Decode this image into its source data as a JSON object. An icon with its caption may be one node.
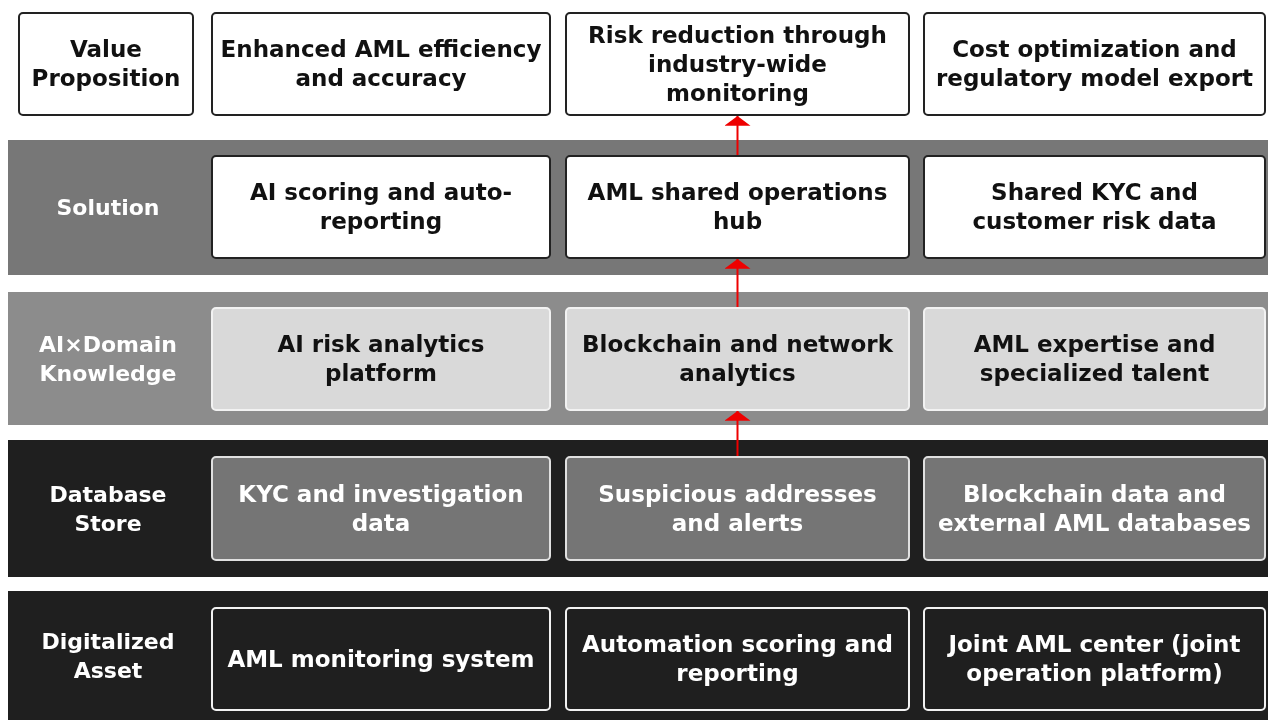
{
  "diagram": {
    "nodes": [
      {
        "text": [
          "Value Proposition"
        ]
      },
      {
        "text": [
          "Enhanced AML efficiency and accuracy"
        ]
      },
      {
        "text": [
          "Risk reduction through industry-wide monitoring"
        ]
      },
      {
        "text": [
          "Cost optimization and regulatory model export"
        ]
      },
      {
        "text": [
          "Solution"
        ]
      },
      {
        "text": [
          "AI scoring and auto-reporting"
        ],
        "in": 4
      },
      {
        "text": [
          "AML shared operations hub"
        ],
        "in": 4
      },
      {
        "text": [
          "Shared KYC and customer risk data"
        ],
        "in": 4
      },
      {
        "text": [
          "AI×Domain Knowledge"
        ]
      },
      {
        "text": [
          "AI risk analytics platform"
        ],
        "in": 8
      },
      {
        "text": [
          "Blockchain and network analytics"
        ],
        "in": 8
      },
      {
        "text": [
          "AML expertise and specialized talent"
        ],
        "in": 8
      },
      {
        "text": [
          "Database Store"
        ]
      },
      {
        "text": [
          "KYC and investigation data"
        ],
        "in": 12
      },
      {
        "text": [
          "Suspicious addresses and alerts"
        ],
        "in": 12
      },
      {
        "text": [
          "Blockchain data and external AML databases"
        ],
        "in": 12
      },
      {
        "text": [
          "Digitalized Asset"
        ]
      },
      {
        "text": [
          "AML monitoring system"
        ],
        "in": 16
      },
      {
        "text": [
          "Automation scoring and reporting"
        ],
        "in": 16
      },
      {
        "text": [
          "Joint AML center (joint operation platform)"
        ],
        "in": 16
      }
    ],
    "edges": [
      {
        "from": 14,
        "to": 10,
        "arrow": "to"
      },
      {
        "from": 10,
        "to": 6,
        "arrow": "to"
      },
      {
        "from": 6,
        "to": 2,
        "arrow": "to"
      }
    ]
  }
}
